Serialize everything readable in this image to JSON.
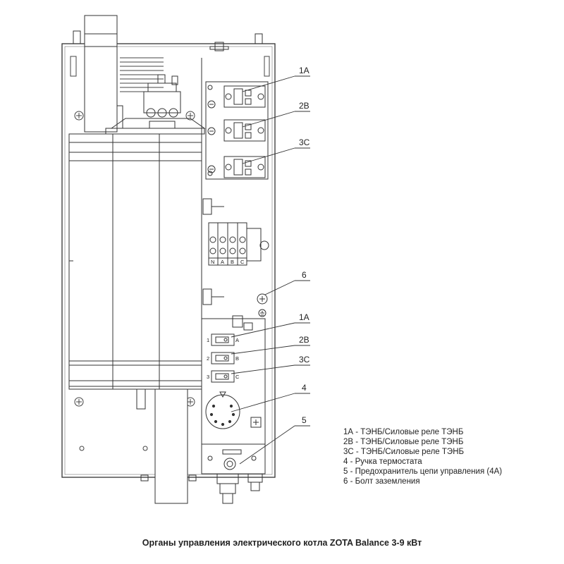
{
  "callouts": {
    "top_1a": "1А",
    "top_2b": "2В",
    "top_3c": "3С",
    "num_6": "6",
    "mid_1a": "1А",
    "mid_2b": "2В",
    "mid_3c": "3С",
    "num_4": "4",
    "num_5": "5"
  },
  "terminal_labels": [
    "N",
    "A",
    "B",
    "C"
  ],
  "switch_labels": [
    "1",
    "2",
    "3"
  ],
  "switch_side_labels": [
    "A",
    "B",
    "C"
  ],
  "legend": [
    "1А - ТЭНБ/Силовые реле ТЭНБ",
    "2В - ТЭНБ/Силовые реле ТЭНБ",
    "3С - ТЭНБ/Силовые реле ТЭНБ",
    "4 - Ручка термостата",
    "5 - Предохранитель цепи управления (4А)",
    "6 - Болт заземления"
  ],
  "caption": "Органы управления электрического котла ZOTA Balance 3-9 кВт"
}
